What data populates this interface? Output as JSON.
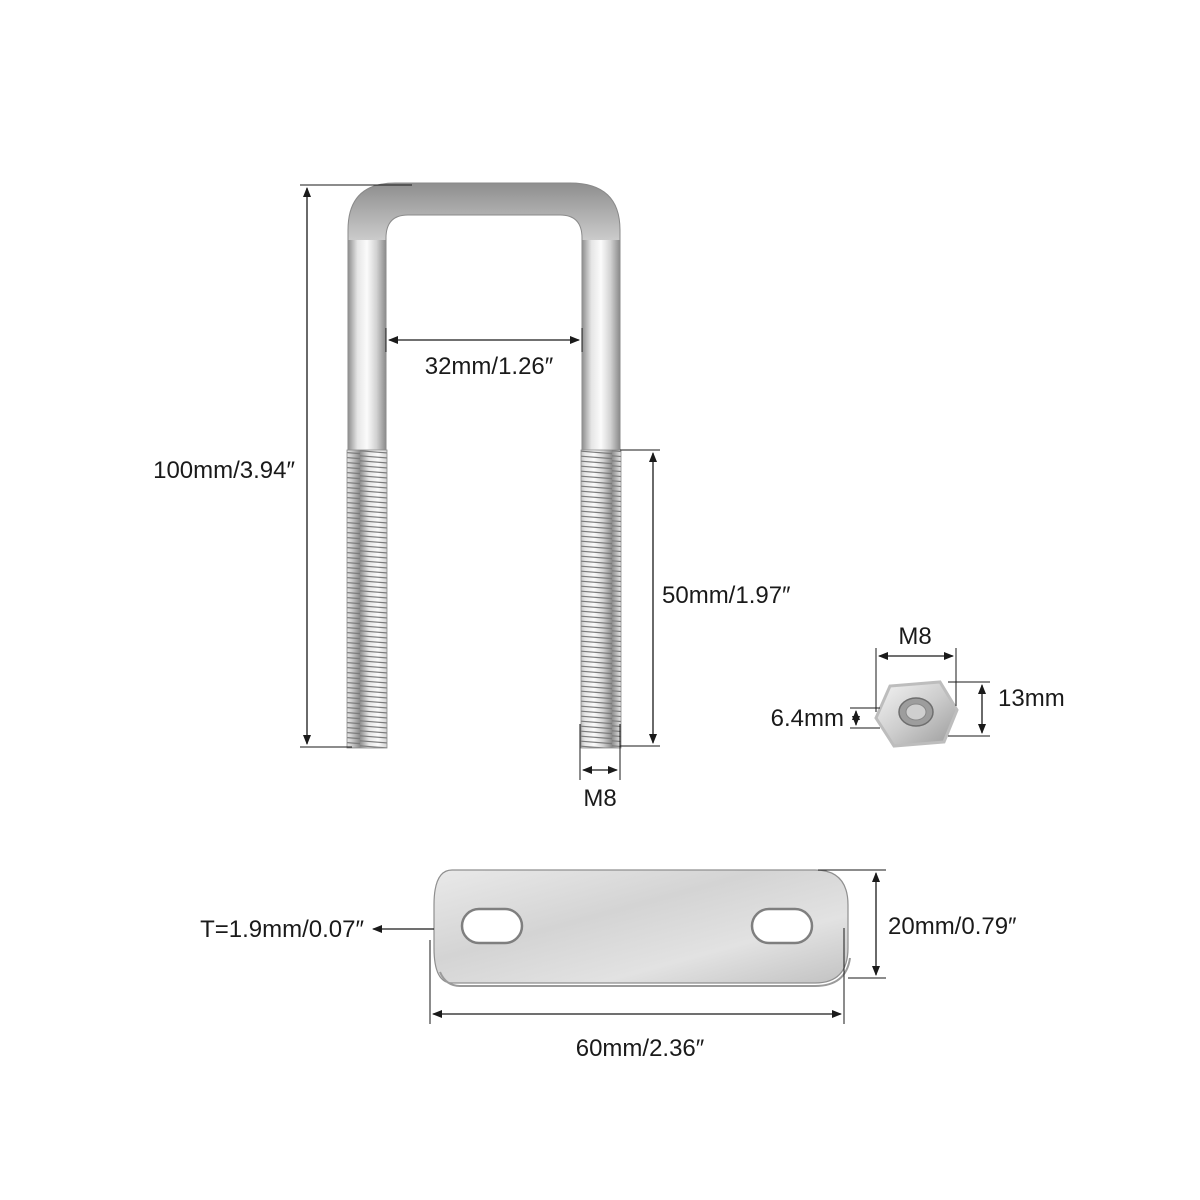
{
  "colors": {
    "background": "#ffffff",
    "dimension": "#1a1a1a",
    "metal_light": "#f4f4f4",
    "metal_mid": "#cfcfcf",
    "metal_dark": "#8c8c8c"
  },
  "ubolt": {
    "overall_length": "100mm/3.94″",
    "inner_width": "32mm/1.26″",
    "thread_length": "50mm/1.97″",
    "thread_size": "M8"
  },
  "nut": {
    "thread_size": "M8",
    "height": "13mm",
    "thickness": "6.4mm"
  },
  "plate": {
    "thickness": "T=1.9mm/0.07″",
    "width": "20mm/0.79″",
    "length": "60mm/2.36″"
  }
}
